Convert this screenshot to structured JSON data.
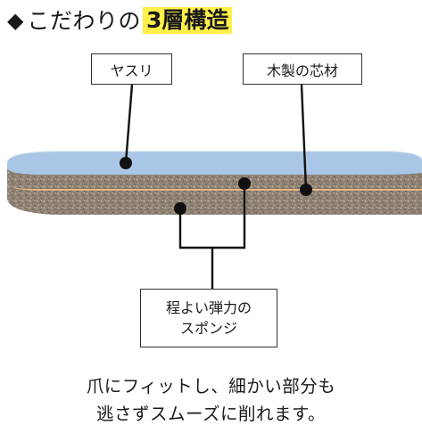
{
  "title": {
    "bullet": "◆",
    "main": "こだわりの",
    "highlight": "3層構造"
  },
  "labels": {
    "file_layer": "ヤスリ",
    "wood_core": "木製の芯材",
    "sponge_line1": "程よい弾力の",
    "sponge_line2": "スポンジ"
  },
  "caption": {
    "line1": "爪にフィットし、細かい部分も",
    "line2": "逃さずスムーズに削れます。"
  },
  "colors": {
    "highlight": "#fff04a",
    "file_layer": "#a9c6e6",
    "wood_core": "#e2b07f",
    "sponge": "#8d8173"
  }
}
